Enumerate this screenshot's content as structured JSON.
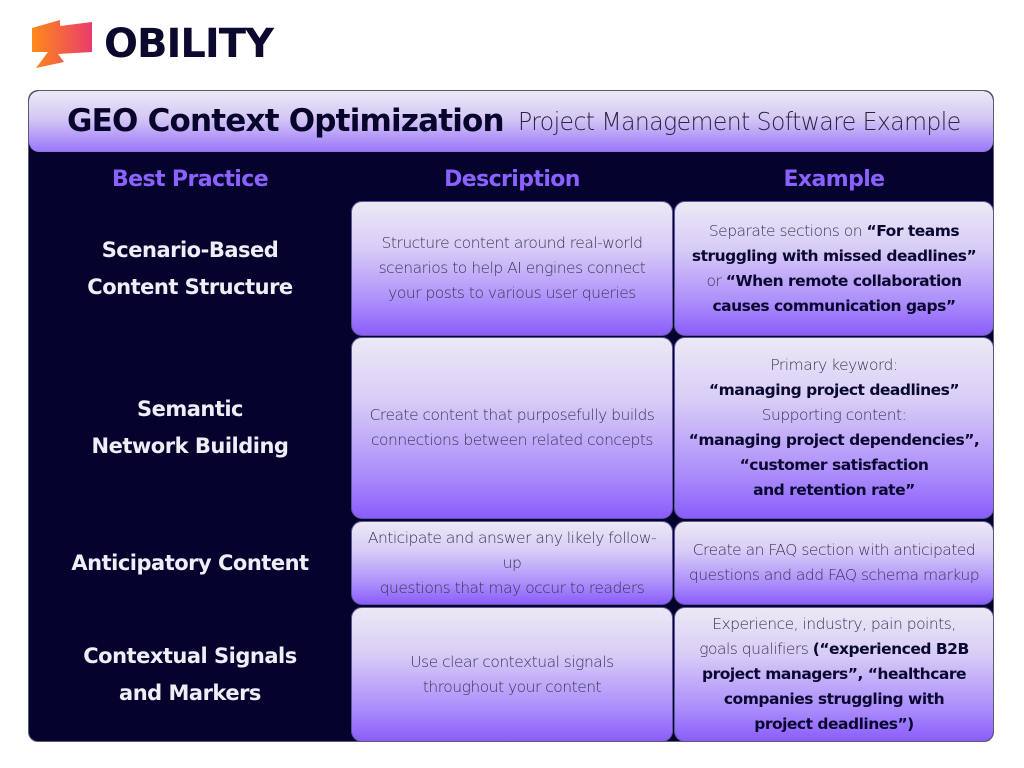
{
  "brand": {
    "name": "OBILITY",
    "icon": "obility-flag-logo",
    "colors": {
      "gradient_start": "#ff8a1a",
      "gradient_end": "#e93c6b",
      "wordmark": "#0b0a2e"
    }
  },
  "banner": {
    "title": "GEO Context Optimization",
    "subtitle": "Project Management Software Example"
  },
  "colors": {
    "panel_bg": "#05022e",
    "accent_purple": "#8b62ff",
    "cell_top": "#ece9f5",
    "cell_bottom": "#8a5dfb"
  },
  "table": {
    "headers": [
      "Best Practice",
      "Description",
      "Example"
    ],
    "rows": [
      {
        "practice": [
          "Scenario-Based",
          "Content Structure"
        ],
        "description": [
          "Structure content around real-world",
          "scenarios to help AI engines connect",
          "your posts to various user queries"
        ],
        "example": [
          [
            {
              "t": "Separate sections on ",
              "b": false
            },
            {
              "t": "“For teams",
              "b": true
            }
          ],
          [
            {
              "t": "struggling with missed deadlines”",
              "b": true
            }
          ],
          [
            {
              "t": "or ",
              "b": false
            },
            {
              "t": "“When remote collaboration",
              "b": true
            }
          ],
          [
            {
              "t": "causes communication gaps”",
              "b": true
            }
          ]
        ]
      },
      {
        "practice": [
          "Semantic",
          "Network Building"
        ],
        "description": [
          "Create content that purposefully builds",
          "connections between related concepts"
        ],
        "example": [
          [
            {
              "t": "Primary keyword:",
              "b": false
            }
          ],
          [
            {
              "t": "“managing project deadlines”",
              "b": true
            }
          ],
          [
            {
              "t": "Supporting content:",
              "b": false
            }
          ],
          [
            {
              "t": "“managing project dependencies”,",
              "b": true
            }
          ],
          [
            {
              "t": "“customer satisfaction",
              "b": true
            }
          ],
          [
            {
              "t": "and retention rate”",
              "b": true
            }
          ]
        ]
      },
      {
        "practice": [
          "Anticipatory Content"
        ],
        "description": [
          "Anticipate and answer any likely follow-up",
          "questions that may occur to readers"
        ],
        "example": [
          [
            {
              "t": "Create an FAQ section with anticipated",
              "b": false
            }
          ],
          [
            {
              "t": "questions and add FAQ schema markup",
              "b": false
            }
          ]
        ]
      },
      {
        "practice": [
          "Contextual Signals",
          "and Markers"
        ],
        "description": [
          "Use clear contextual signals",
          "throughout your content"
        ],
        "example": [
          [
            {
              "t": "Experience, industry, pain points,",
              "b": false
            }
          ],
          [
            {
              "t": "goals qualifiers ",
              "b": false
            },
            {
              "t": "(“experienced B2B",
              "b": true
            }
          ],
          [
            {
              "t": "project managers”, “healthcare",
              "b": true
            }
          ],
          [
            {
              "t": "companies struggling with",
              "b": true
            }
          ],
          [
            {
              "t": "project deadlines”)",
              "b": true
            }
          ]
        ]
      }
    ]
  }
}
